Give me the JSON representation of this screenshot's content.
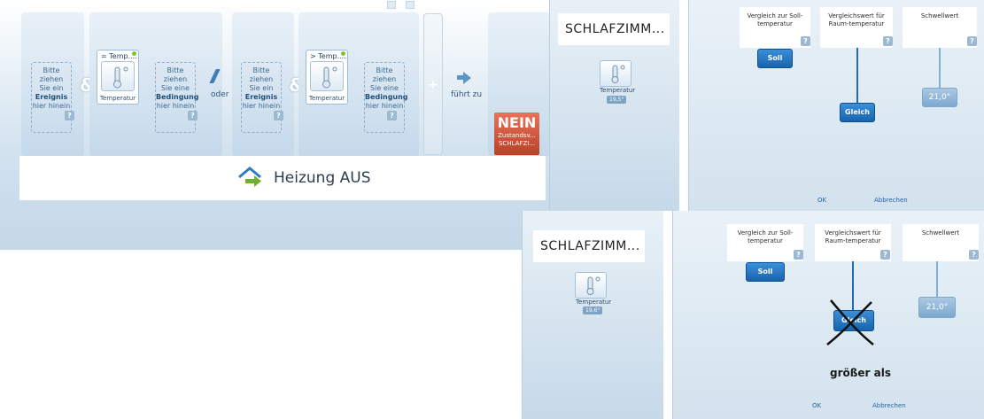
{
  "rule_editor": {
    "slot1": {
      "line1": "Bitte ziehen",
      "line2": "Sie ein",
      "bold": "Ereignis",
      "line3": "hier hinein"
    },
    "sensor1": {
      "header": "= Temp....",
      "label": "Temperatur"
    },
    "slot2": {
      "line1": "Bitte ziehen",
      "line2": "Sie eine",
      "bold": "Bedingung",
      "line3": "hier hinein"
    },
    "oder": "oder",
    "slot3": {
      "line1": "Bitte ziehen",
      "line2": "Sie ein",
      "bold": "Ereignis",
      "line3": "hier hinein"
    },
    "sensor2": {
      "header": "> Temp....",
      "label": "Temperatur"
    },
    "slot4": {
      "line1": "Bitte ziehen",
      "line2": "Sie eine",
      "bold": "Bedingung",
      "line3": "hier hinein"
    },
    "amp": "&",
    "qmark": "?",
    "plus": "+",
    "fuhrt_zu": "führt zu",
    "nein": {
      "big": "NEIN",
      "line1": "Zustandsv...",
      "line2": "SCHLAFZI..."
    },
    "action_title": "Heizung AUS"
  },
  "panel_top": {
    "room_title": "SCHLAFZIMM...",
    "sensor_label": "Temperatur",
    "sensor_value": "19,5°",
    "col1": "Vergleich zur Soll-temperatur",
    "col2": "Vergleichswert für Raum-temperatur",
    "col3": "Schwellwert",
    "soll_button": "Soll",
    "gleich_button": "Gleich",
    "threshold": "21,0°",
    "ok": "OK",
    "abbrechen": "Abbrechen"
  },
  "panel_bottom": {
    "room_title": "SCHLAFZIMM...",
    "sensor_label": "Temperatur",
    "sensor_value": "19,6°",
    "col1": "Vergleich zur Soll-temperatur",
    "col2": "Vergleichswert für Raum-temperatur",
    "col3": "Schwellwert",
    "soll_button": "Soll",
    "gleich_button": "Gleich",
    "threshold": "21,0°",
    "annotation": "größer als",
    "ok": "OK",
    "abbrechen": "Abbrechen"
  },
  "colors": {
    "accent": "#1864ad",
    "nein": "#c9502f",
    "home_icon": "#2f7fc0",
    "arrow_icon": "#6fb12f"
  }
}
